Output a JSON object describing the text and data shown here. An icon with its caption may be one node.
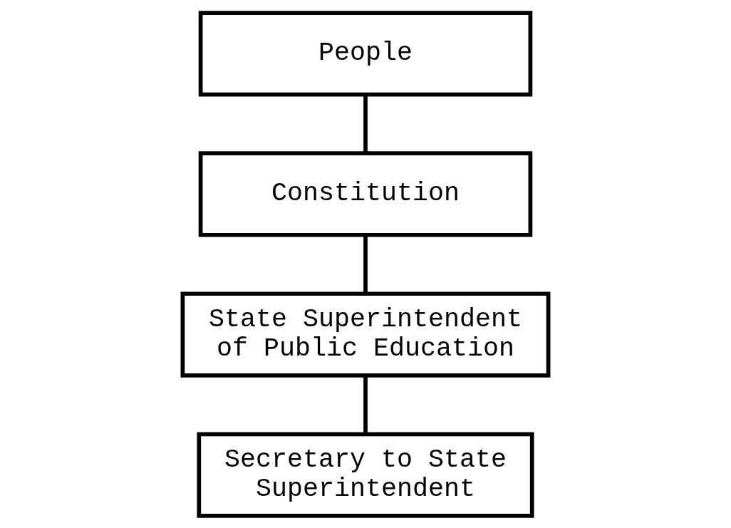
{
  "diagram": {
    "nodes": [
      {
        "text": [
          "People"
        ]
      },
      {
        "text": [
          "Constitution"
        ]
      },
      {
        "text": [
          "State Superintendent of Public Education"
        ]
      },
      {
        "text": [
          "Secretary to State Superintendent"
        ]
      }
    ],
    "edges": [
      {
        "from": 0,
        "to": 1,
        "arrow": "none"
      },
      {
        "from": 1,
        "to": 2,
        "arrow": "none"
      },
      {
        "from": 2,
        "to": 3,
        "arrow": "none"
      }
    ]
  }
}
